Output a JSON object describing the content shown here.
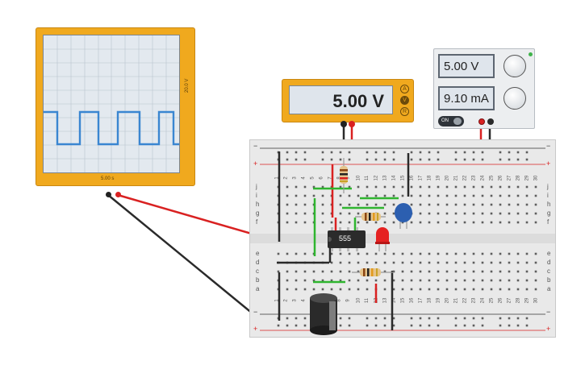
{
  "oscilloscope": {
    "voltage_scale": "20.0 V",
    "time_scale": "5.00 s"
  },
  "multimeter": {
    "reading": "5.00 V",
    "mode_buttons": [
      "A",
      "V",
      "R"
    ]
  },
  "power_supply": {
    "voltage_display": "5.00 V",
    "current_display": "9.10 mA",
    "power_button_label": "ON"
  },
  "breadboard": {
    "row_letters_top": [
      "j",
      "i",
      "h",
      "g",
      "f"
    ],
    "row_letters_bottom": [
      "e",
      "d",
      "c",
      "b",
      "a"
    ],
    "column_numbers": [
      "1",
      "2",
      "3",
      "4",
      "5",
      "6",
      "7",
      "8",
      "9",
      "10",
      "11",
      "12",
      "13",
      "14",
      "15",
      "16",
      "17",
      "18",
      "19",
      "20",
      "21",
      "22",
      "23",
      "24",
      "25",
      "26",
      "27",
      "28",
      "29",
      "30"
    ],
    "rail_plus": "+",
    "rail_minus": "−"
  },
  "ic": {
    "label": "555"
  },
  "colors": {
    "case_orange": "#f0a91e",
    "wire_red": "#d92121",
    "wire_black": "#2a2a2a",
    "wire_green": "#2fb52f",
    "trace_blue": "#3a86d1",
    "led_red": "#e52222",
    "capacitor_blue": "#2c5fb0"
  }
}
